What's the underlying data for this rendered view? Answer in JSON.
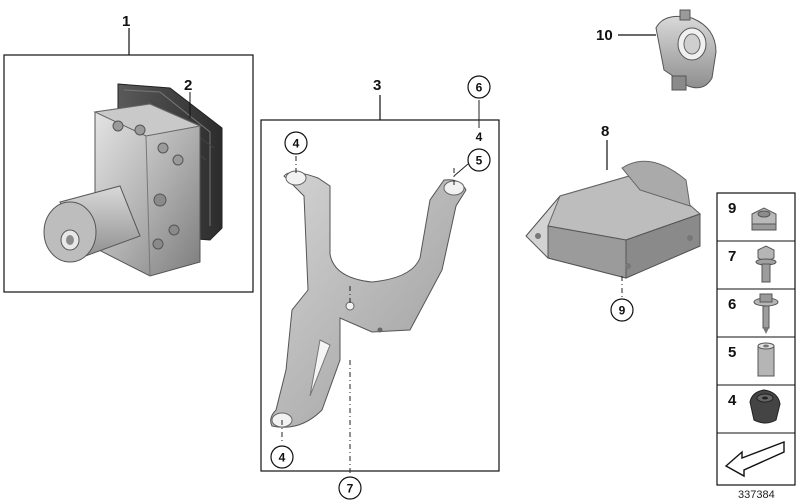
{
  "callouts": {
    "abs_unit": "1",
    "control_module": "2",
    "bracket": "3",
    "bracket_top_left": "4",
    "bracket_top_right_a": "6",
    "bracket_top_right_b": "4",
    "bracket_top_right_c": "5",
    "bracket_bottom_left": "4",
    "bracket_bottom_center": "7",
    "control_unit": "8",
    "control_unit_screw": "9",
    "sensor": "10"
  },
  "hardware_panel": {
    "items": [
      {
        "number": "9",
        "part": "hex-nut"
      },
      {
        "number": "7",
        "part": "hex-bolt-with-washer"
      },
      {
        "number": "6",
        "part": "screw-with-collar"
      },
      {
        "number": "5",
        "part": "bushing-sleeve"
      },
      {
        "number": "4",
        "part": "rubber-mount"
      }
    ]
  },
  "reference_number": "337384"
}
